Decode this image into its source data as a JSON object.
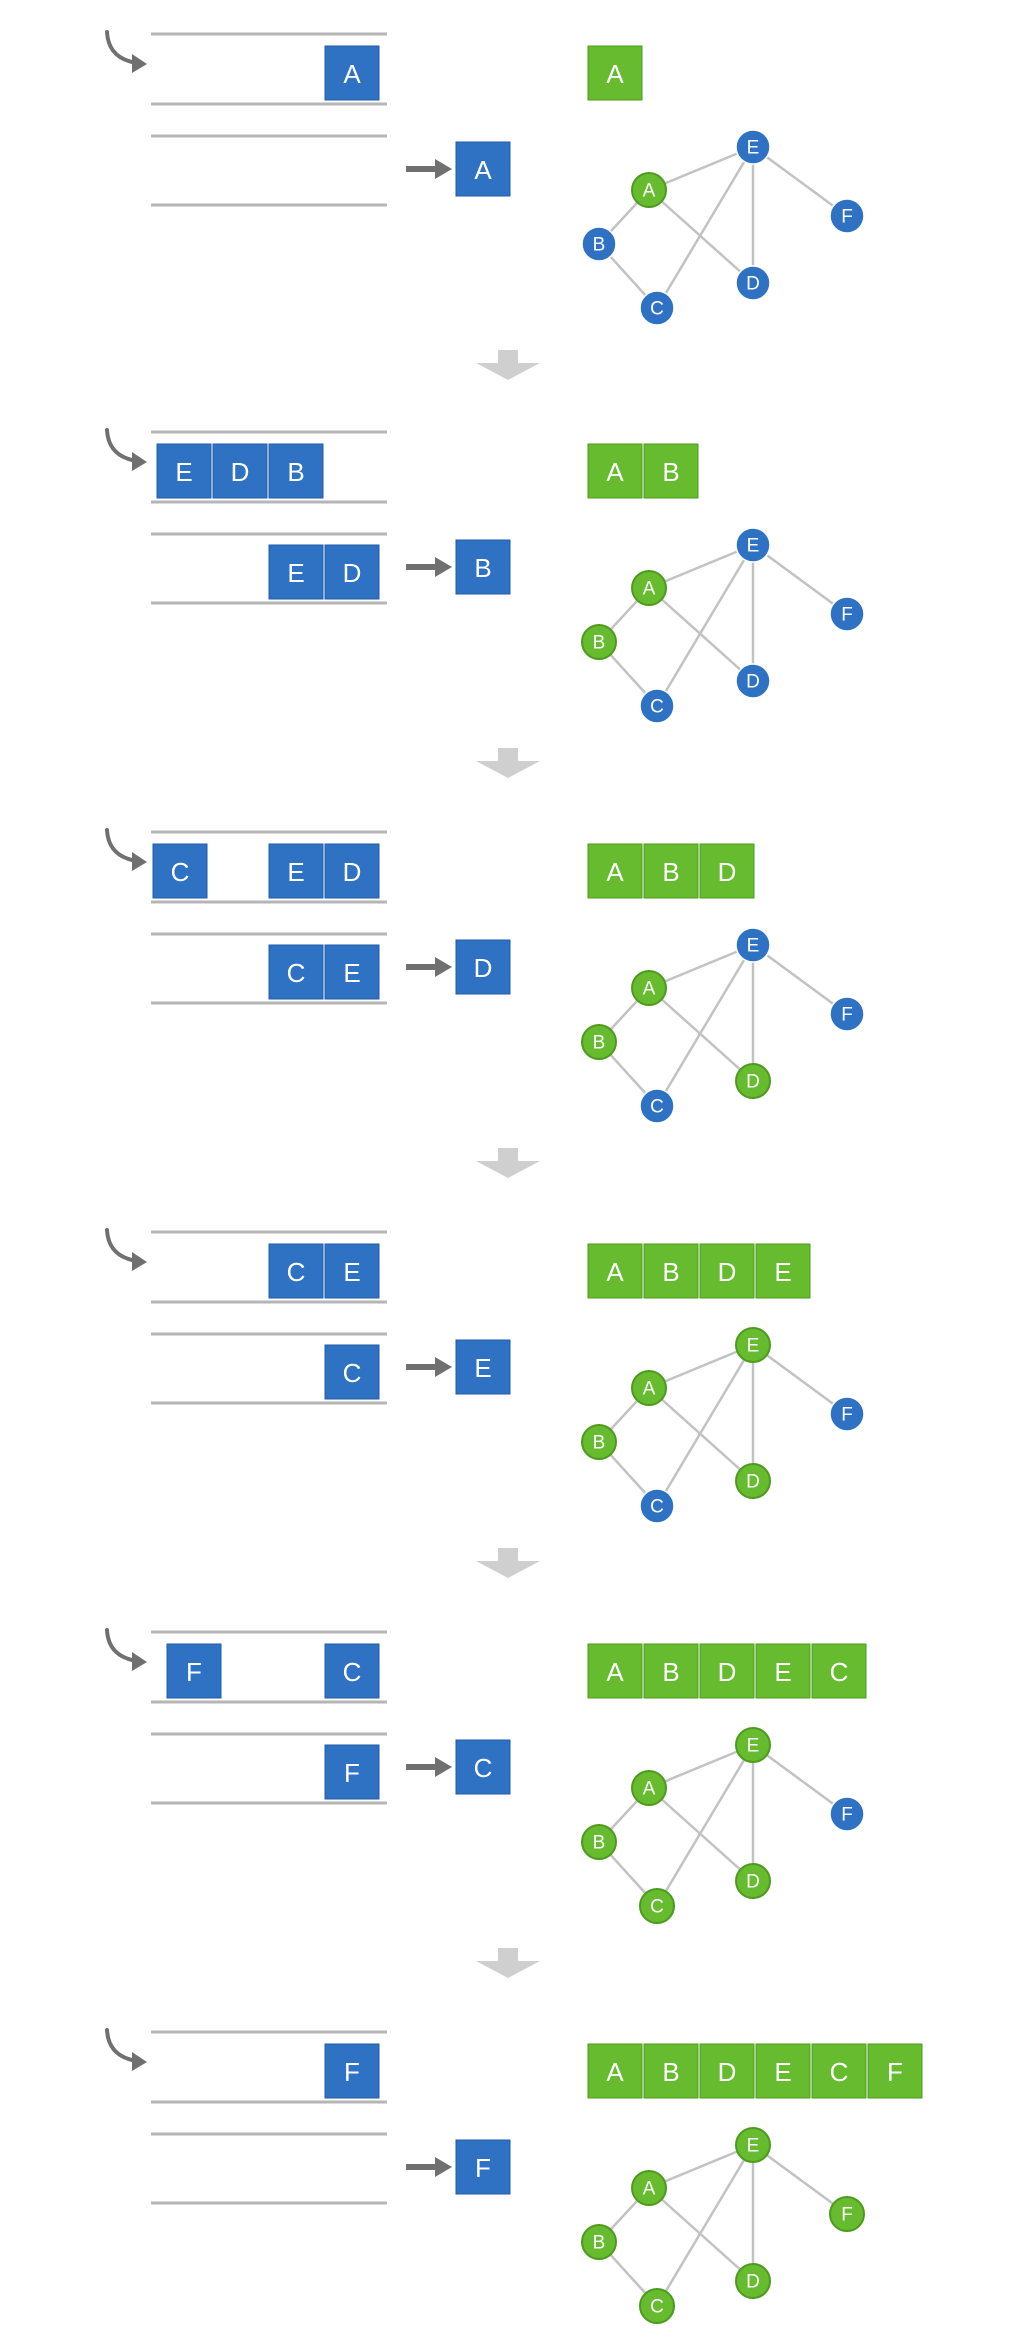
{
  "colors": {
    "blue_fill": "#2f72c4",
    "blue_stroke": "#1f5ca8",
    "green_fill": "#66bb2e",
    "green_stroke": "#4d9b1e",
    "line": "#b6b6b6",
    "edge": "#c2c2c2",
    "arrow": "#707070",
    "down_arrow": "#cfcfcf"
  },
  "graph": {
    "nodes": [
      "A",
      "B",
      "C",
      "D",
      "E",
      "F"
    ],
    "edges": [
      [
        "A",
        "B"
      ],
      [
        "A",
        "E"
      ],
      [
        "A",
        "D"
      ],
      [
        "B",
        "C"
      ],
      [
        "C",
        "E"
      ],
      [
        "E",
        "D"
      ],
      [
        "E",
        "F"
      ]
    ]
  },
  "steps": [
    {
      "top_queue": [
        "A"
      ],
      "bottom_queue": [],
      "dequeued": "A",
      "visited": [
        "A"
      ],
      "green_nodes": [
        "A"
      ]
    },
    {
      "top_queue": [
        "E",
        "D",
        "B"
      ],
      "bottom_queue": [
        "E",
        "D"
      ],
      "dequeued": "B",
      "visited": [
        "A",
        "B"
      ],
      "green_nodes": [
        "A",
        "B"
      ]
    },
    {
      "top_queue": [
        "C",
        null,
        "E",
        "D"
      ],
      "bottom_queue": [
        "C",
        "E"
      ],
      "dequeued": "D",
      "visited": [
        "A",
        "B",
        "D"
      ],
      "green_nodes": [
        "A",
        "B",
        "D"
      ]
    },
    {
      "top_queue": [
        "C",
        "E"
      ],
      "bottom_queue": [
        "C"
      ],
      "dequeued": "E",
      "visited": [
        "A",
        "B",
        "D",
        "E"
      ],
      "green_nodes": [
        "A",
        "B",
        "D",
        "E"
      ]
    },
    {
      "top_queue": [
        "F",
        null,
        null,
        "C"
      ],
      "bottom_queue": [
        "F"
      ],
      "dequeued": "C",
      "visited": [
        "A",
        "B",
        "D",
        "E",
        "C"
      ],
      "green_nodes": [
        "A",
        "B",
        "D",
        "E",
        "C"
      ]
    },
    {
      "top_queue": [
        "F"
      ],
      "bottom_queue": [],
      "dequeued": "F",
      "visited": [
        "A",
        "B",
        "D",
        "E",
        "C",
        "F"
      ],
      "green_nodes": [
        "A",
        "B",
        "D",
        "E",
        "C",
        "F"
      ]
    }
  ]
}
